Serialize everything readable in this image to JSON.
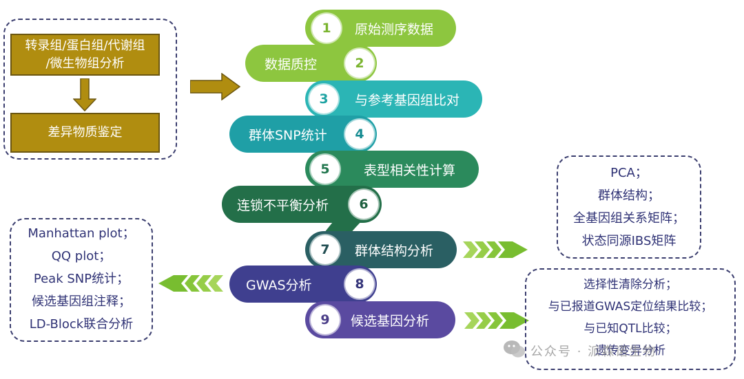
{
  "left_panel": {
    "box1": "转录组/蛋白组/代谢组\n/微生物组分析",
    "box2": "差异物质鉴定"
  },
  "steps": [
    {
      "num": "1",
      "label": "原始测序数据",
      "color": "#8dc63f",
      "num_color": "#7ab42f"
    },
    {
      "num": "2",
      "label": "数据质控",
      "color": "#8dc63f",
      "num_color": "#7ab42f"
    },
    {
      "num": "3",
      "label": "与参考基因组比对",
      "color": "#2bb5b5",
      "num_color": "#1fa3a3"
    },
    {
      "num": "4",
      "label": "群体SNP统计",
      "color": "#1f9fa6",
      "num_color": "#168c92"
    },
    {
      "num": "5",
      "label": "表型相关性计算",
      "color": "#2b8a5c",
      "num_color": "#23774f"
    },
    {
      "num": "6",
      "label": "连锁不平衡分析",
      "color": "#236f49",
      "num_color": "#1d5f3f"
    },
    {
      "num": "7",
      "label": "群体结构分析",
      "color": "#2a5f63",
      "num_color": "#234f53"
    },
    {
      "num": "8",
      "label": "GWAS分析",
      "color": "#3f3f8f",
      "num_color": "#35357a"
    },
    {
      "num": "9",
      "label": "候选基因分析",
      "color": "#5a4aa0",
      "num_color": "#4b3e88"
    }
  ],
  "pop_structure_results": [
    "PCA；",
    "群体结构；",
    "全基因组关系矩阵；",
    "状态同源IBS矩阵"
  ],
  "gwas_results": [
    "Manhattan plot；",
    "QQ plot；",
    "Peak SNP统计；",
    "候选基因组注释；",
    "LD-Block联合分析"
  ],
  "candidate_results": [
    "选择性清除分析；",
    "与已报道GWAS定位结果比较；",
    "与已知QTL比较；",
    "遗传变异分析"
  ],
  "watermark": "公众号 · 派森诺生物"
}
